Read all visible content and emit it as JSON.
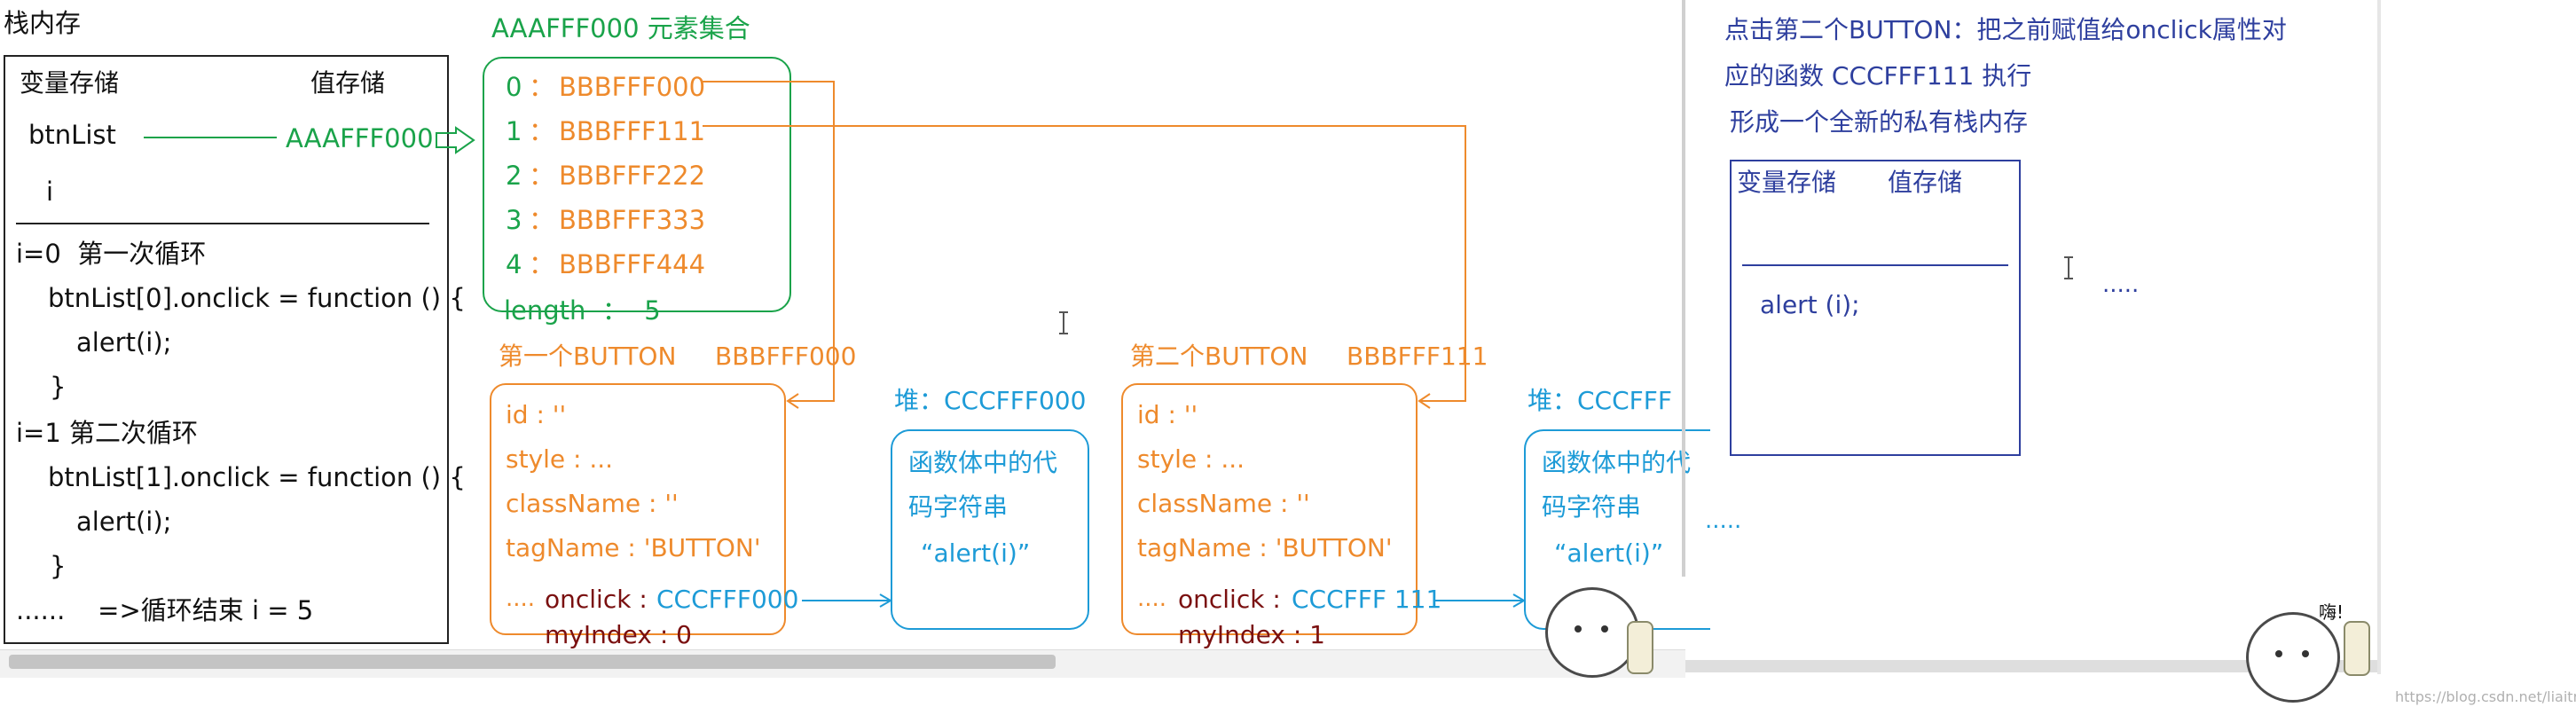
{
  "stack": {
    "title": "栈内存",
    "col_var": "变量存储",
    "col_val": "值存储",
    "var_btnlist": "btnList",
    "val_btnlist": "AAAFFF000",
    "var_i": "i",
    "code": [
      "i=0  第一次循环",
      "btnList[0].onclick = function () {",
      "alert(i);",
      "}",
      "i=1 第二次循环",
      "btnList[1].onclick = function () {",
      "alert(i);",
      "}",
      "......    =>循环结束 i = 5"
    ]
  },
  "collection": {
    "title": "AAAFFF000 元素集合",
    "items": [
      {
        "index": "0",
        "sep": "：",
        "value": "BBBFFF000"
      },
      {
        "index": "1",
        "sep": "：",
        "value": "BBBFFF111"
      },
      {
        "index": "2",
        "sep": "：",
        "value": "BBBFFF222"
      },
      {
        "index": "3",
        "sep": "：",
        "value": "BBBFFF333"
      },
      {
        "index": "4",
        "sep": "：",
        "value": "BBBFFF444"
      }
    ],
    "length": "length  ：  5"
  },
  "button1": {
    "title": "第一个BUTTON",
    "addr": "BBBFFF000",
    "props": [
      "id : ''",
      "style : ...",
      "className : ''",
      "tagName : 'BUTTON'"
    ],
    "ellipsis": "....",
    "onclick_key": "onclick :",
    "onclick_val": "CCCFFF000",
    "myindex": "myIndex : 0"
  },
  "heap1": {
    "title": "堆：CCCFFF000",
    "lines": [
      "函数体中的代",
      "码字符串",
      "“alert(i)”"
    ]
  },
  "button2": {
    "title": "第二个BUTTON",
    "addr": "BBBFFF111",
    "props": [
      "id : ''",
      "style : ...",
      "className : ''",
      "tagName : 'BUTTON'"
    ],
    "ellipsis": "....",
    "onclick_key": "onclick :",
    "onclick_val": "CCCFFF 111",
    "myindex": "myIndex : 1"
  },
  "heap2": {
    "title": "堆：CCCFFF",
    "lines": [
      "函数体中的代",
      "码字符串",
      "“alert(i)”"
    ],
    "trail": "....."
  },
  "right": {
    "desc": [
      "点击第二个BUTTON：把之前赋值给onclick属性对",
      "应的函数 CCCFFF111 执行",
      "形成一个全新的私有栈内存"
    ],
    "col_var": "变量存储",
    "col_val": "值存储",
    "code": "alert (i);",
    "dots": "....."
  },
  "mascot_text": "嗨!",
  "watermark": "https://blog.csdn.net/liaitnrin"
}
